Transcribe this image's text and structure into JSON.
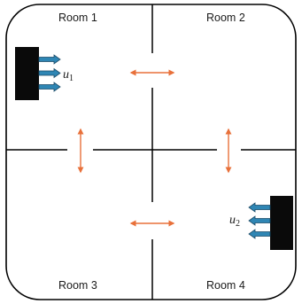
{
  "rooms": [
    {
      "id": "room1",
      "label": "Room 1"
    },
    {
      "id": "room2",
      "label": "Room 2"
    },
    {
      "id": "room3",
      "label": "Room 3"
    },
    {
      "id": "room4",
      "label": "Room 4"
    }
  ],
  "actuators": [
    {
      "id": "u1",
      "symbol": "u",
      "subscript": "1",
      "direction": "right"
    },
    {
      "id": "u2",
      "symbol": "u",
      "subscript": "2",
      "direction": "left"
    }
  ],
  "colors": {
    "wall": "#000000",
    "door_arrow": "#e8703a",
    "actuator_body": "#0a0a0a",
    "actuator_arrow_fill": "#2f86b4",
    "actuator_arrow_stroke": "#1b4a66"
  }
}
